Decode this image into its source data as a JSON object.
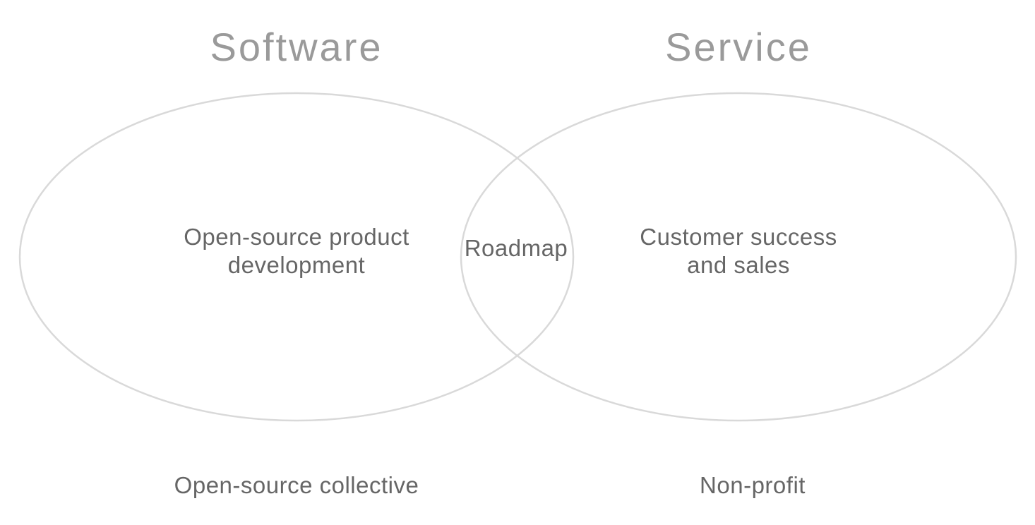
{
  "venn": {
    "left": {
      "title": "Software",
      "label": "Open-source product development",
      "caption": "Open-source collective"
    },
    "overlap": {
      "label": "Roadmap"
    },
    "right": {
      "title": "Service",
      "label": "Customer success and sales",
      "caption": "Non-profit"
    },
    "colors": {
      "ellipse_stroke": "#d9d9d9",
      "title_text": "#9a9a9a",
      "body_text": "#666666",
      "background": "#ffffff"
    }
  }
}
